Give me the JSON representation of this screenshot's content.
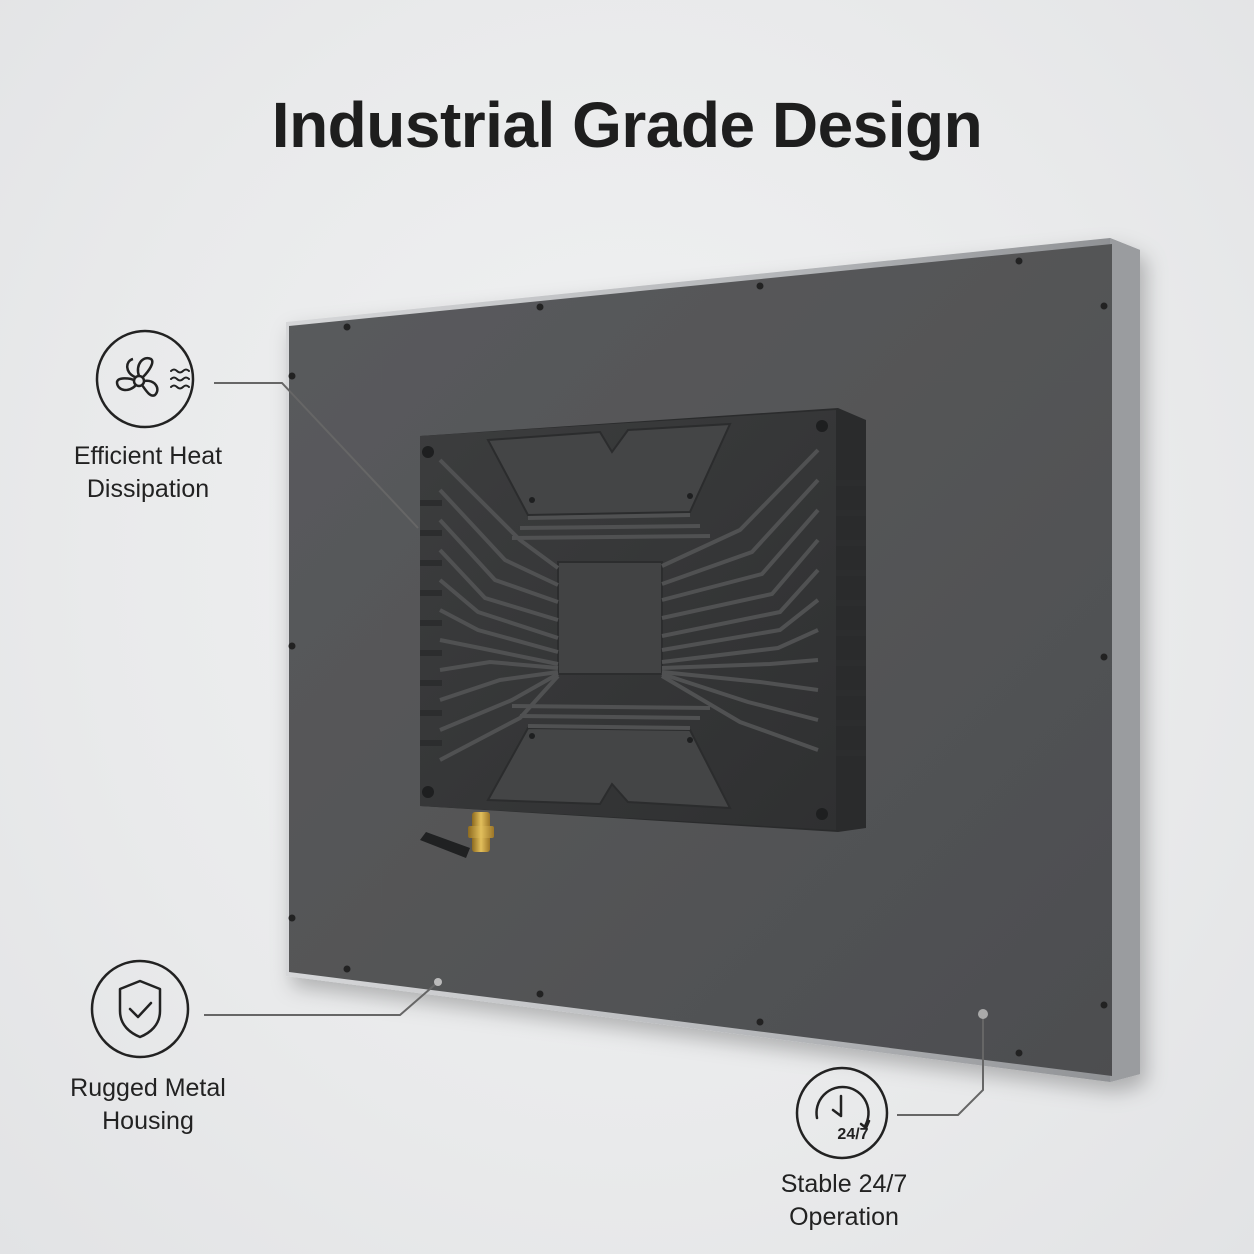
{
  "title": "Industrial Grade Design",
  "features": {
    "heat": {
      "label": "Efficient Heat\nDissipation",
      "icon": "fan-icon"
    },
    "housing": {
      "label": "Rugged Metal\nHousing",
      "icon": "shield-check-icon"
    },
    "operation": {
      "label": "Stable 24/7\nOperation",
      "icon": "clock-24-7-icon",
      "badge": "24/7"
    }
  },
  "colors": {
    "background": "#ebecee",
    "panel": "#545557",
    "frame": "#b9bbbe",
    "heatsink": "#363738",
    "callout_line": "#666666",
    "connector": "#c9a13a"
  }
}
